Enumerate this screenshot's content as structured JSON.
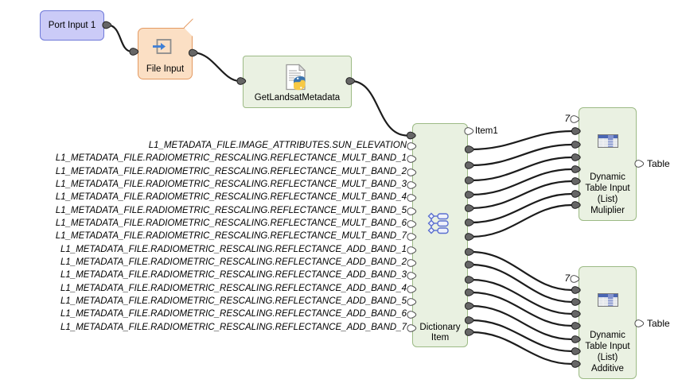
{
  "nodes": {
    "port_input": {
      "label": "Port Input 1",
      "fill": "#cbcbf7",
      "border": "#6f79d9"
    },
    "file_input": {
      "label": "File Input",
      "icon": "file-import-arrow-icon",
      "fill": "#fbdfc4",
      "border": "#e49a62"
    },
    "get_landsat_metadata": {
      "label": "GetLandsatMetadata",
      "icon": "python-script-icon",
      "fill": "#eaf1e2",
      "border": "#9cba85"
    },
    "dictionary_item": {
      "title_lines": [
        "Dictionary",
        "Item"
      ],
      "icon": "list-tree-icon",
      "output_label": "Item1",
      "input_labels": [
        "L1_METADATA_FILE.IMAGE_ATTRIBUTES.SUN_ELEVATION",
        "L1_METADATA_FILE.RADIOMETRIC_RESCALING.REFLECTANCE_MULT_BAND_1",
        "L1_METADATA_FILE.RADIOMETRIC_RESCALING.REFLECTANCE_MULT_BAND_2",
        "L1_METADATA_FILE.RADIOMETRIC_RESCALING.REFLECTANCE_MULT_BAND_3",
        "L1_METADATA_FILE.RADIOMETRIC_RESCALING.REFLECTANCE_MULT_BAND_4",
        "L1_METADATA_FILE.RADIOMETRIC_RESCALING.REFLECTANCE_MULT_BAND_5",
        "L1_METADATA_FILE.RADIOMETRIC_RESCALING.REFLECTANCE_MULT_BAND_6",
        "L1_METADATA_FILE.RADIOMETRIC_RESCALING.REFLECTANCE_MULT_BAND_7",
        "L1_METADATA_FILE.RADIOMETRIC_RESCALING.REFLECTANCE_ADD_BAND_1",
        "L1_METADATA_FILE.RADIOMETRIC_RESCALING.REFLECTANCE_ADD_BAND_2",
        "L1_METADATA_FILE.RADIOMETRIC_RESCALING.REFLECTANCE_ADD_BAND_3",
        "L1_METADATA_FILE.RADIOMETRIC_RESCALING.REFLECTANCE_ADD_BAND_4",
        "L1_METADATA_FILE.RADIOMETRIC_RESCALING.REFLECTANCE_ADD_BAND_5",
        "L1_METADATA_FILE.RADIOMETRIC_RESCALING.REFLECTANCE_ADD_BAND_6",
        "L1_METADATA_FILE.RADIOMETRIC_RESCALING.REFLECTANCE_ADD_BAND_7"
      ]
    },
    "table_multiplier": {
      "title_lines": [
        "Dynamic",
        "Table Input",
        "(List)",
        "Muliplier"
      ],
      "icon": "table-icon",
      "count_label": "7",
      "output_label": "Table"
    },
    "table_additive": {
      "title_lines": [
        "Dynamic",
        "Table Input",
        "(List)",
        "Additive"
      ],
      "icon": "table-icon",
      "count_label": "7",
      "output_label": "Table"
    }
  },
  "wire_color": "#1c1c1c",
  "port_colors": {
    "connected": "#666666",
    "open": "#ffffff"
  }
}
